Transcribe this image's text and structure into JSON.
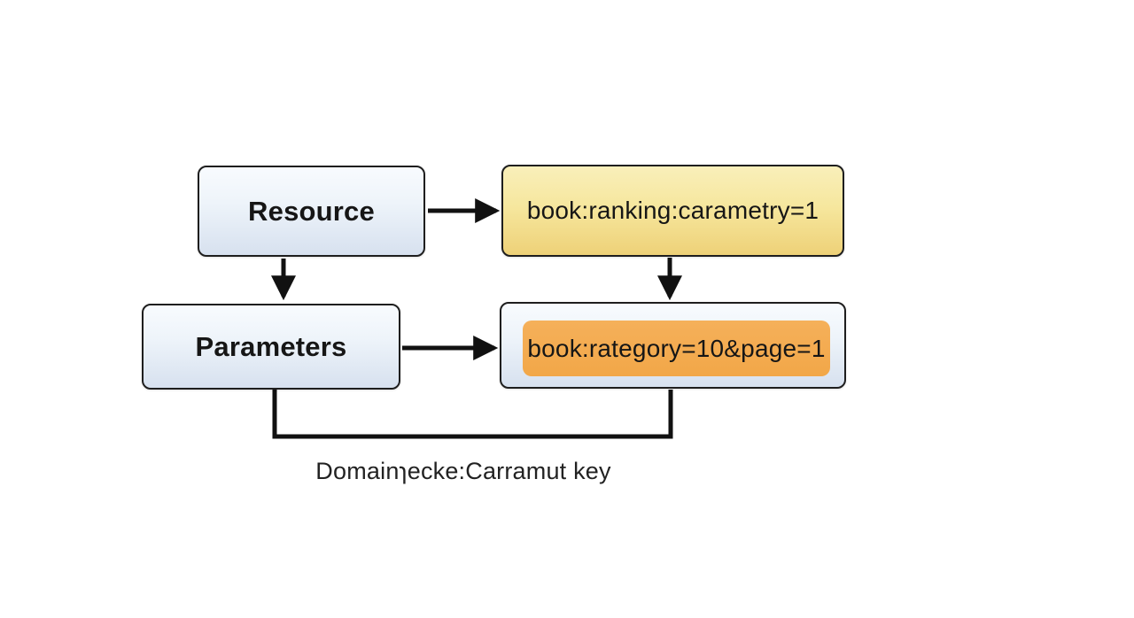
{
  "diagram": {
    "title": "resource-parameters-key-flowchart",
    "nodes": {
      "resource": {
        "label": "Resource"
      },
      "request_key": {
        "label": "book:ranking:carametry=1"
      },
      "parameters": {
        "label": "Parameters"
      },
      "result_key": {
        "label": "book:rategory=10&page=1"
      }
    },
    "caption": "Domainɿecke:Carramut key",
    "colors": {
      "background": "#ffffff",
      "box_border": "#1e1e1e",
      "blue_box_top": "#f8fbfe",
      "blue_box_bottom": "#d7e1ef",
      "yellow_box_top": "#f9efba",
      "yellow_box_bottom": "#eed178",
      "orange_highlight": "#f2a748",
      "arrow": "#111111",
      "text": "#161616"
    }
  }
}
